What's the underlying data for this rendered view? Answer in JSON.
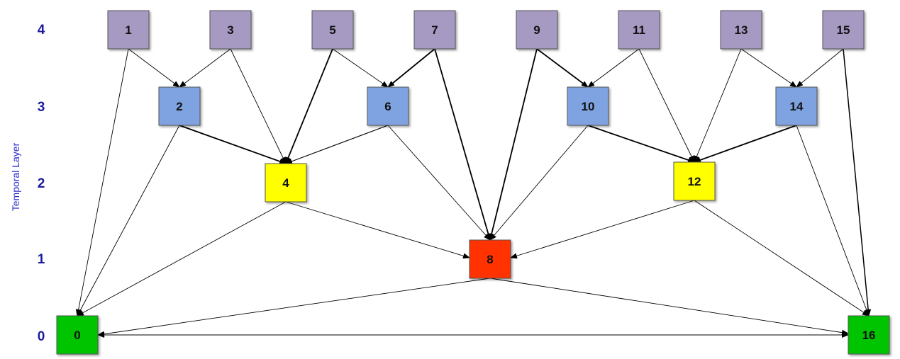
{
  "axis_title": "Temporal Layer",
  "layer_labels": [
    "0",
    "1",
    "2",
    "3",
    "4"
  ],
  "colors": {
    "layer0": "#00c400",
    "layer1": "#ff3300",
    "layer2": "#ffff00",
    "layer3": "#7fa3e0",
    "layer4": "#a69ac3",
    "border": "#555555",
    "arrow": "#000000",
    "layer_text": "#1c1c9c",
    "axis_text": "#2a2ad0"
  },
  "frames": [
    {
      "id": "0",
      "layer": 0
    },
    {
      "id": "16",
      "layer": 0
    },
    {
      "id": "8",
      "layer": 1
    },
    {
      "id": "4",
      "layer": 2
    },
    {
      "id": "12",
      "layer": 2
    },
    {
      "id": "2",
      "layer": 3
    },
    {
      "id": "6",
      "layer": 3
    },
    {
      "id": "10",
      "layer": 3
    },
    {
      "id": "14",
      "layer": 3
    },
    {
      "id": "1",
      "layer": 4
    },
    {
      "id": "3",
      "layer": 4
    },
    {
      "id": "5",
      "layer": 4
    },
    {
      "id": "7",
      "layer": 4
    },
    {
      "id": "9",
      "layer": 4
    },
    {
      "id": "11",
      "layer": 4
    },
    {
      "id": "13",
      "layer": 4
    },
    {
      "id": "15",
      "layer": 4
    }
  ],
  "references": [
    {
      "from": "1",
      "to": "0"
    },
    {
      "from": "1",
      "to": "2"
    },
    {
      "from": "3",
      "to": "2"
    },
    {
      "from": "3",
      "to": "4"
    },
    {
      "from": "5",
      "to": "4"
    },
    {
      "from": "5",
      "to": "6"
    },
    {
      "from": "7",
      "to": "6"
    },
    {
      "from": "7",
      "to": "8"
    },
    {
      "from": "9",
      "to": "8"
    },
    {
      "from": "9",
      "to": "10"
    },
    {
      "from": "11",
      "to": "10"
    },
    {
      "from": "11",
      "to": "12"
    },
    {
      "from": "13",
      "to": "12"
    },
    {
      "from": "13",
      "to": "14"
    },
    {
      "from": "15",
      "to": "14"
    },
    {
      "from": "15",
      "to": "16"
    },
    {
      "from": "2",
      "to": "0"
    },
    {
      "from": "2",
      "to": "4"
    },
    {
      "from": "6",
      "to": "4"
    },
    {
      "from": "6",
      "to": "8"
    },
    {
      "from": "10",
      "to": "8"
    },
    {
      "from": "10",
      "to": "12"
    },
    {
      "from": "14",
      "to": "12"
    },
    {
      "from": "14",
      "to": "16"
    },
    {
      "from": "4",
      "to": "0"
    },
    {
      "from": "4",
      "to": "8"
    },
    {
      "from": "12",
      "to": "8"
    },
    {
      "from": "12",
      "to": "16"
    },
    {
      "from": "8",
      "to": "0"
    },
    {
      "from": "8",
      "to": "16"
    },
    {
      "from": "16",
      "to": "0"
    },
    {
      "from": "0",
      "to": "16"
    }
  ]
}
